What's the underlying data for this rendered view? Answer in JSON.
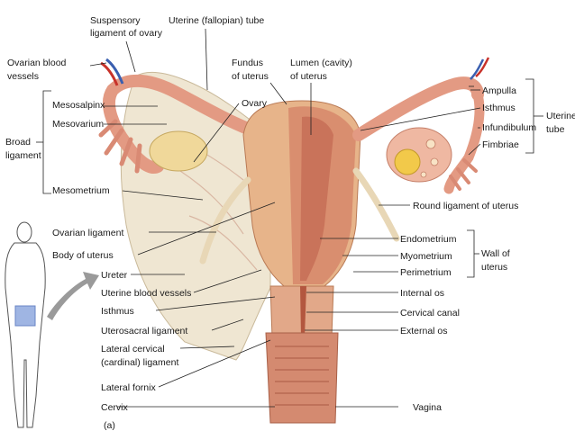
{
  "labels": {
    "suspensory_1": "Suspensory",
    "suspensory_2": "ligament of ovary",
    "uterine_tube_top": "Uterine (fallopian) tube",
    "ovarian_vessels_1": "Ovarian blood",
    "ovarian_vessels_2": "vessels",
    "fundus_1": "Fundus",
    "fundus_2": "of uterus",
    "lumen_1": "Lumen (cavity)",
    "lumen_2": "of uterus",
    "ampulla": "Ampulla",
    "isthmus_tube": "Isthmus",
    "infundibulum": "Infundibulum",
    "fimbriae": "Fimbriae",
    "uterine_tube_group_1": "Uterine",
    "uterine_tube_group_2": "tube",
    "mesosalpinx": "Mesosalpinx",
    "ovary": "Ovary",
    "mesovarium": "Mesovarium",
    "broad_ligament_1": "Broad",
    "broad_ligament_2": "ligament",
    "mesometrium": "Mesometrium",
    "round_ligament": "Round ligament of uterus",
    "ovarian_ligament": "Ovarian ligament",
    "body_of_uterus": "Body of uterus",
    "endometrium": "Endometrium",
    "myometrium": "Myometrium",
    "perimetrium": "Perimetrium",
    "wall_group_1": "Wall of",
    "wall_group_2": "uterus",
    "ureter": "Ureter",
    "uterine_vessels": "Uterine blood vessels",
    "internal_os": "Internal os",
    "isthmus_uterus": "Isthmus",
    "cervical_canal": "Cervical canal",
    "uterosacral": "Uterosacral ligament",
    "external_os": "External os",
    "lateral_cervical_1": "Lateral cervical",
    "lateral_cervical_2": "(cardinal) ligament",
    "lateral_fornix": "Lateral fornix",
    "cervix": "Cervix",
    "vagina": "Vagina",
    "panel_letter": "(a)"
  },
  "colors": {
    "uterus_outer": "#e7b48a",
    "uterus_inner": "#c9735a",
    "ligament": "#efe6d2",
    "ovary": "#f0d89a",
    "tube": "#e39a83",
    "vessel_red": "#c8322a",
    "vessel_blue": "#3a5fb0",
    "arrow_gray": "#9a9a9a",
    "body_highlight": "#9fb5e3"
  }
}
